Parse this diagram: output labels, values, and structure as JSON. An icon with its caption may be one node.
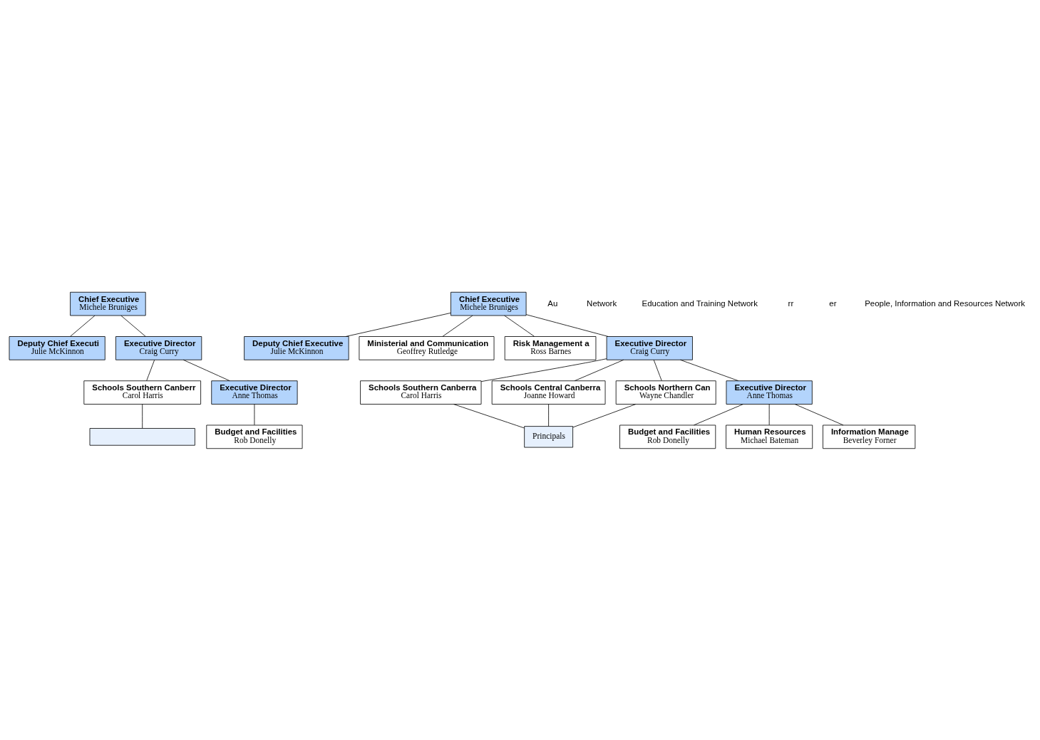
{
  "diagram": {
    "nodes": [
      {
        "text": [
          "Chief Executive",
          "Michele Bruniges"
        ]
      },
      {
        "text": [
          "Chief Executive",
          "Michele Bruniges"
        ]
      },
      {
        "text": [
          "Deputy Chief Executi",
          "Julie McKinnon"
        ]
      },
      {
        "text": [
          "Deputy Chief Executive",
          "Julie McKinnon"
        ]
      },
      {
        "text": [
          "Ministerial and Communication",
          "Geoffrey Rutledge"
        ]
      },
      {
        "text": [
          "Risk Management a",
          "Ross Barnes"
        ]
      },
      {
        "text": [
          "Executive Director",
          "Craig Curry"
        ]
      },
      {
        "text": [
          "Executive Director",
          "Craig Curry"
        ]
      },
      {
        "text": [
          "Schools Southern Canberr",
          "Carol Harris"
        ]
      },
      {
        "text": [
          "Schools Southern Canberra",
          "Carol Harris"
        ]
      },
      {
        "text": [
          "Schools Central Canberra",
          "Joanne Howard"
        ]
      },
      {
        "text": [
          "Schools Northern Can",
          "Wayne Chandler"
        ]
      },
      {
        "text": [],
        "shape": "box"
      },
      {
        "text": [
          "Principals"
        ]
      },
      {
        "text": [
          "Executive Director",
          "Anne Thomas"
        ]
      },
      {
        "text": [
          "Executive Director",
          "Anne Thomas"
        ]
      },
      {
        "text": [
          "Budget and Facilities",
          "Rob Donelly"
        ]
      },
      {
        "text": [
          "Budget and Facilities",
          "Rob Donelly"
        ]
      },
      {
        "text": [
          "Human Resources",
          "Michael Bateman"
        ]
      },
      {
        "text": [
          "Information Manage",
          "Beverley Forner"
        ]
      }
    ],
    "edges": [
      {
        "from": 0,
        "to": 2,
        "arrow": "none"
      },
      {
        "from": 1,
        "to": 3,
        "arrow": "none"
      },
      {
        "from": 1,
        "to": 4,
        "arrow": "none"
      },
      {
        "from": 1,
        "to": 5,
        "arrow": "none"
      },
      {
        "from": 0,
        "to": 6,
        "arrow": "none"
      },
      {
        "from": 1,
        "to": 7,
        "arrow": "none"
      },
      {
        "from": 6,
        "to": 8,
        "arrow": "none"
      },
      {
        "from": 7,
        "to": 9,
        "arrow": "none"
      },
      {
        "from": 7,
        "to": 10,
        "arrow": "none"
      },
      {
        "from": 7,
        "to": 11,
        "arrow": "none"
      },
      {
        "from": 8,
        "to": 12,
        "arrow": "none"
      },
      {
        "from": 9,
        "to": 13,
        "arrow": "none"
      },
      {
        "from": 10,
        "to": 13,
        "arrow": "none"
      },
      {
        "from": 11,
        "to": 13,
        "arrow": "none"
      },
      {
        "from": 6,
        "to": 14,
        "arrow": "none"
      },
      {
        "from": 7,
        "to": 15,
        "arrow": "none"
      },
      {
        "from": 14,
        "to": 16,
        "arrow": "none"
      },
      {
        "from": 15,
        "to": 17,
        "arrow": "none"
      },
      {
        "from": 15,
        "to": 18,
        "arrow": "none"
      },
      {
        "from": 15,
        "to": 19,
        "arrow": "none"
      }
    ],
    "labels": [
      "Au",
      "Network",
      "Education and Training Network",
      "rr",
      "er",
      "People, Information and Resources Network"
    ]
  }
}
